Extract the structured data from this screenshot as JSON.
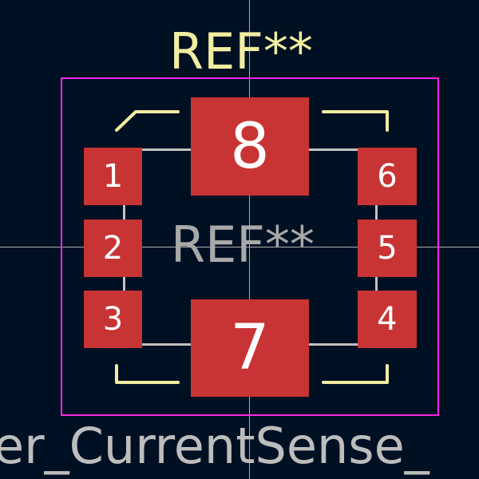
{
  "footprint": {
    "reference_top": "REF**",
    "reference_center": "REF**",
    "value_text": "er_CurrentSense_",
    "pads": [
      {
        "id": "pad-1",
        "number": "1"
      },
      {
        "id": "pad-2",
        "number": "2"
      },
      {
        "id": "pad-3",
        "number": "3"
      },
      {
        "id": "pad-4",
        "number": "4"
      },
      {
        "id": "pad-5",
        "number": "5"
      },
      {
        "id": "pad-6",
        "number": "6"
      },
      {
        "id": "pad-7",
        "number": "7"
      },
      {
        "id": "pad-8",
        "number": "8"
      }
    ]
  },
  "colors": {
    "background": "#001023",
    "silkscreen": "#f2eda1",
    "courtyard": "#ff26e2",
    "fabrication": "#c2c2c2",
    "pad": "#c83434",
    "pad_text": "#ffffff",
    "reference_center": "#a9a9a9",
    "value_text": "#bdbdbd",
    "crosshair": "#b0b0b0"
  }
}
